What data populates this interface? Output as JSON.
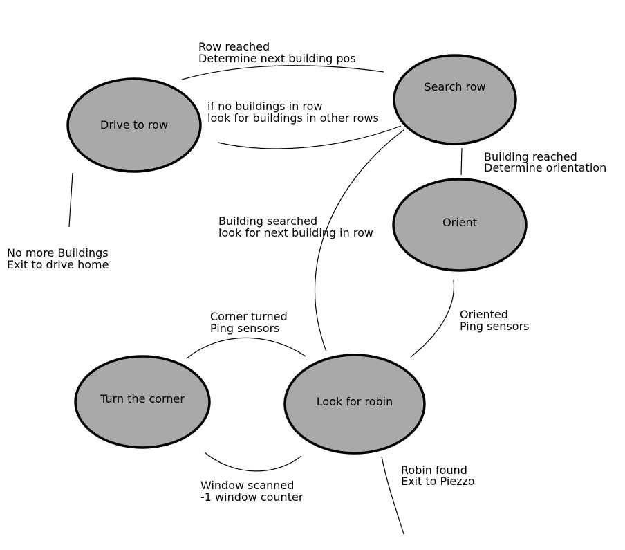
{
  "colors": {
    "state_fill": "#a9a9a9",
    "state_stroke": "#000000",
    "edge": "#000000",
    "text": "#000000"
  },
  "states": {
    "drive_to_row": "Drive to row",
    "search_row": "Search row",
    "orient": "Orient",
    "turn_the_corner": "Turn the corner",
    "look_for_robin": "Look for robin"
  },
  "transitions": {
    "row_reached": {
      "line1": "Row reached",
      "line2": "Determine next building pos"
    },
    "no_buildings_in_row": {
      "line1": "if no buildings in row",
      "line2": "look for buildings in other rows"
    },
    "building_reached": {
      "line1": "Building reached",
      "line2": "Determine orientation"
    },
    "no_more_buildings": {
      "line1": "No more Buildings",
      "line2": "Exit to drive home"
    },
    "building_searched": {
      "line1": "Building searched",
      "line2": "look for next building in row"
    },
    "corner_turned": {
      "line1": "Corner turned",
      "line2": "Ping sensors"
    },
    "oriented": {
      "line1": "Oriented",
      "line2": "Ping sensors"
    },
    "window_scanned": {
      "line1": "Window scanned",
      "line2": "-1 window counter"
    },
    "robin_found": {
      "line1": "Robin found",
      "line2": "Exit to Piezzo"
    }
  }
}
